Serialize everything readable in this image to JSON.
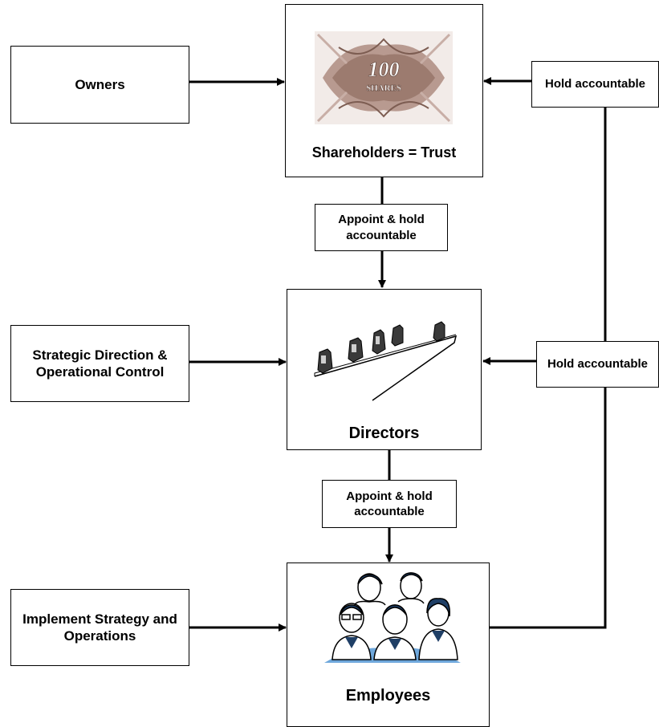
{
  "nodes": {
    "owners": "Owners",
    "strategic": "Strategic Direction & Operational Control",
    "implement": "Implement Strategy and Operations",
    "shareholders": "Shareholders = Trust",
    "directors": "Directors",
    "employees": "Employees"
  },
  "certificate": {
    "number": "100",
    "word": "SHARES"
  },
  "edges": {
    "appoint_top": "Appoint & hold accountable",
    "appoint_mid": "Appoint & hold accountable",
    "hold_top": "Hold accountable",
    "hold_mid": "Hold accountable"
  },
  "colors": {
    "certificate": "#9c7b6f",
    "people_shadow": "#6fa8dc"
  }
}
